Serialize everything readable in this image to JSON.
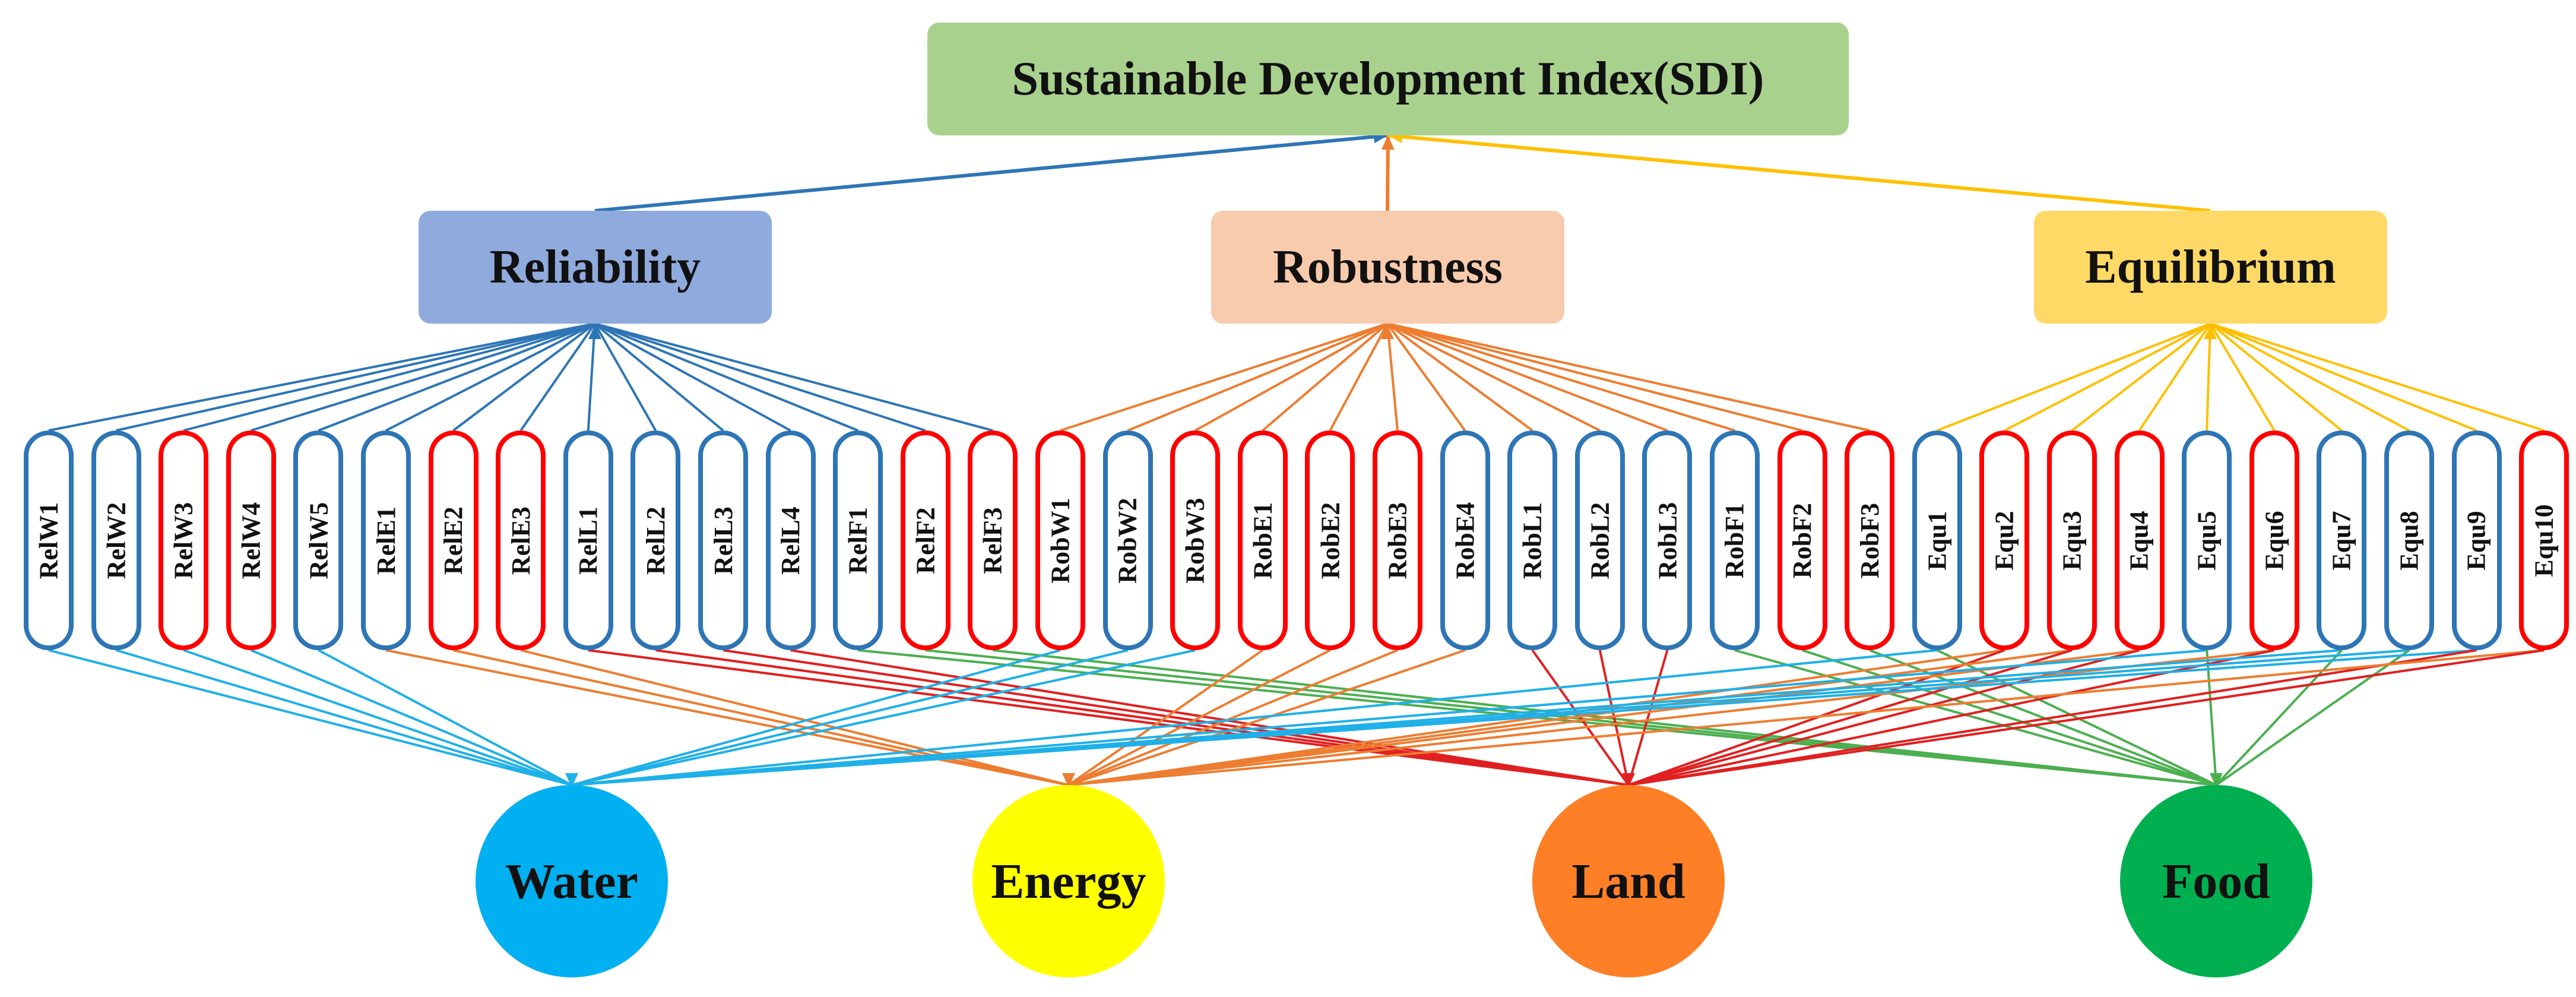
{
  "top": {
    "label": "Sustainable Development Index(SDI)",
    "color": "#a9d18e"
  },
  "criteria": [
    {
      "label": "Reliability",
      "color": "#8faadc",
      "arrow": "#2e75b6"
    },
    {
      "label": "Robustness",
      "color": "#f8cbad",
      "arrow": "#ed7d31"
    },
    {
      "label": "Equilibrium",
      "color": "#ffd966",
      "arrow": "#ffc000"
    }
  ],
  "indicators": [
    {
      "label": "RelW1",
      "group": 0,
      "border": "#2e75b6",
      "resource": 0
    },
    {
      "label": "RelW2",
      "group": 0,
      "border": "#2e75b6",
      "resource": 0
    },
    {
      "label": "RelW3",
      "group": 0,
      "border": "#ff0000",
      "resource": 0
    },
    {
      "label": "RelW4",
      "group": 0,
      "border": "#ff0000",
      "resource": 0
    },
    {
      "label": "RelW5",
      "group": 0,
      "border": "#2e75b6",
      "resource": 0
    },
    {
      "label": "RelE1",
      "group": 0,
      "border": "#2e75b6",
      "resource": 1
    },
    {
      "label": "RelE2",
      "group": 0,
      "border": "#ff0000",
      "resource": 1
    },
    {
      "label": "RelE3",
      "group": 0,
      "border": "#ff0000",
      "resource": 1
    },
    {
      "label": "RelL1",
      "group": 0,
      "border": "#2e75b6",
      "resource": 2
    },
    {
      "label": "RelL2",
      "group": 0,
      "border": "#2e75b6",
      "resource": 2
    },
    {
      "label": "RelL3",
      "group": 0,
      "border": "#2e75b6",
      "resource": 2
    },
    {
      "label": "RelL4",
      "group": 0,
      "border": "#2e75b6",
      "resource": 2
    },
    {
      "label": "RelF1",
      "group": 0,
      "border": "#2e75b6",
      "resource": 3
    },
    {
      "label": "RelF2",
      "group": 0,
      "border": "#ff0000",
      "resource": 3
    },
    {
      "label": "RelF3",
      "group": 0,
      "border": "#ff0000",
      "resource": 3
    },
    {
      "label": "RobW1",
      "group": 1,
      "border": "#ff0000",
      "resource": 0
    },
    {
      "label": "RobW2",
      "group": 1,
      "border": "#2e75b6",
      "resource": 0
    },
    {
      "label": "RobW3",
      "group": 1,
      "border": "#ff0000",
      "resource": 0
    },
    {
      "label": "RobE1",
      "group": 1,
      "border": "#ff0000",
      "resource": 1
    },
    {
      "label": "RobE2",
      "group": 1,
      "border": "#ff0000",
      "resource": 1
    },
    {
      "label": "RobE3",
      "group": 1,
      "border": "#ff0000",
      "resource": 1
    },
    {
      "label": "RobE4",
      "group": 1,
      "border": "#2e75b6",
      "resource": 1
    },
    {
      "label": "RobL1",
      "group": 1,
      "border": "#2e75b6",
      "resource": 2
    },
    {
      "label": "RobL2",
      "group": 1,
      "border": "#2e75b6",
      "resource": 2
    },
    {
      "label": "RobL3",
      "group": 1,
      "border": "#2e75b6",
      "resource": 2
    },
    {
      "label": "RobF1",
      "group": 1,
      "border": "#2e75b6",
      "resource": 3
    },
    {
      "label": "RobF2",
      "group": 1,
      "border": "#ff0000",
      "resource": 3
    },
    {
      "label": "RobF3",
      "group": 1,
      "border": "#ff0000",
      "resource": 3
    },
    {
      "label": "Equ1",
      "group": 2,
      "border": "#2e75b6",
      "resource": [
        0,
        3
      ]
    },
    {
      "label": "Equ2",
      "group": 2,
      "border": "#ff0000",
      "resource": [
        1,
        2
      ]
    },
    {
      "label": "Equ3",
      "group": 2,
      "border": "#ff0000",
      "resource": [
        1,
        2
      ]
    },
    {
      "label": "Equ4",
      "group": 2,
      "border": "#ff0000",
      "resource": [
        1,
        2
      ]
    },
    {
      "label": "Equ5",
      "group": 2,
      "border": "#2e75b6",
      "resource": [
        0,
        3
      ]
    },
    {
      "label": "Equ6",
      "group": 2,
      "border": "#ff0000",
      "resource": [
        1,
        2
      ]
    },
    {
      "label": "Equ7",
      "group": 2,
      "border": "#2e75b6",
      "resource": [
        0,
        3
      ]
    },
    {
      "label": "Equ8",
      "group": 2,
      "border": "#2e75b6",
      "resource": [
        0,
        3
      ]
    },
    {
      "label": "Equ9",
      "group": 2,
      "border": "#2e75b6",
      "resource": [
        0,
        2
      ]
    },
    {
      "label": "Equ10",
      "group": 2,
      "border": "#ff0000",
      "resource": [
        1,
        2
      ]
    }
  ],
  "resources": [
    {
      "label": "Water",
      "color": "#00b0f0",
      "line": "#1fb0e8"
    },
    {
      "label": "Energy",
      "color": "#ffff00",
      "line": "#ed7d31"
    },
    {
      "label": "Land",
      "color": "#ff7f27",
      "line": "#e02020"
    },
    {
      "label": "Food",
      "color": "#00b050",
      "line": "#4caf50"
    }
  ]
}
